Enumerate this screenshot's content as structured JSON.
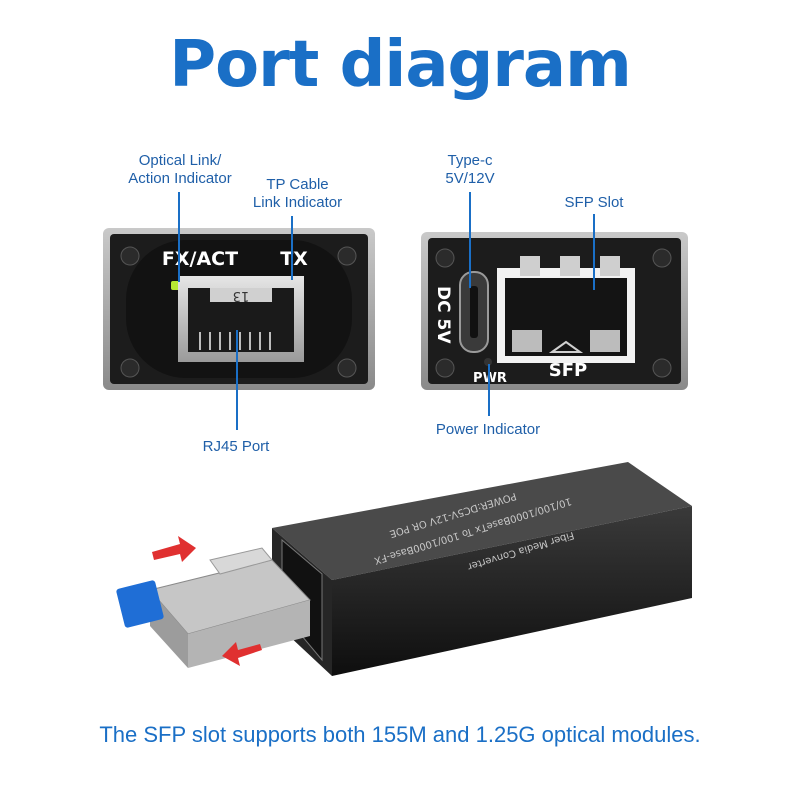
{
  "title": "Port diagram",
  "left_panel": {
    "fx_label": "FX/ACT",
    "tx_label": "TX",
    "port_number": "13"
  },
  "right_panel": {
    "dc_label": "DC 5V",
    "pwr_label": "PWR",
    "sfp_label": "SFP"
  },
  "callouts": {
    "optical_link_line1": "Optical Link/",
    "optical_link_line2": "Action Indicator",
    "tp_cable_line1": "TP Cable",
    "tp_cable_line2": "Link Indicator",
    "rj45": "RJ45 Port",
    "typec_line1": "Type-c",
    "typec_line2": "5V/12V",
    "sfp_slot": "SFP Slot",
    "power_indicator": "Power Indicator"
  },
  "device_text": {
    "line1": "Fiber Media Converter",
    "line2": "10/100/1000BaseTx To 100/1000Base-FX",
    "line3": "POWER:DC5V-12V  OR POE"
  },
  "caption": "The SFP slot supports both 155M and 1.25G optical modules.",
  "colors": {
    "accent": "#1a6fc6",
    "panel": "#1c1c1c",
    "led": "#b8e832",
    "arrow": "#e03030"
  }
}
